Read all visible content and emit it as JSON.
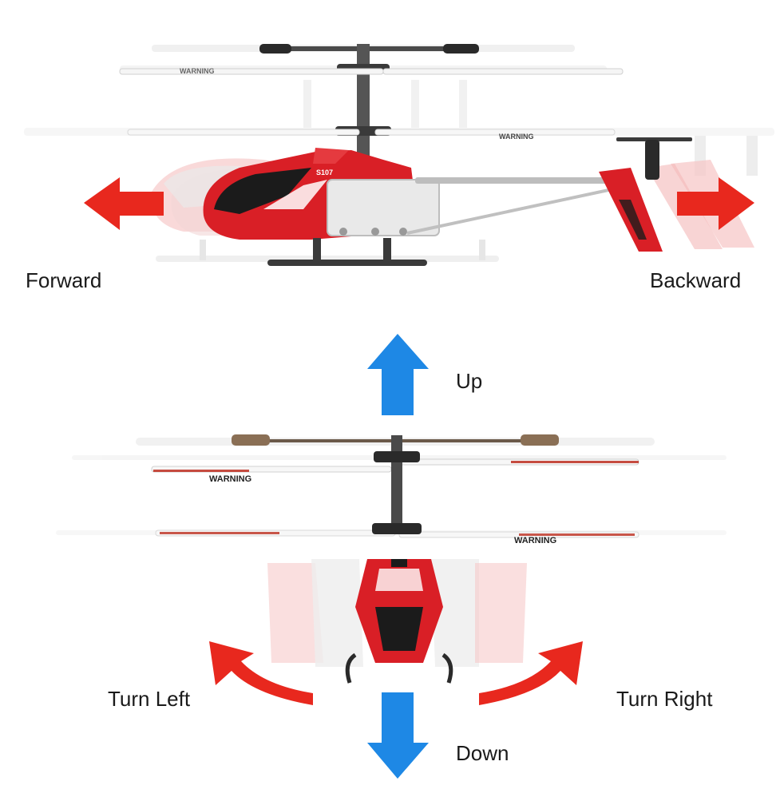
{
  "labels": {
    "forward": "Forward",
    "backward": "Backward",
    "up": "Up",
    "down": "Down",
    "turn_left": "Turn Left",
    "turn_right": "Turn Right"
  },
  "blade_text": {
    "warning": "WARNING",
    "model": "S107"
  },
  "colors": {
    "arrow_red": "#e8281e",
    "arrow_blue": "#1e88e5",
    "body_red": "#d91f26",
    "ghost_red": "#f3b9b9",
    "ghost_grey": "#e2e2e2",
    "metal": "#8d8d8d",
    "dark": "#1b1b1b",
    "text": "#1a1a1a"
  },
  "icons": {
    "forward_arrow": "arrow-left-icon",
    "backward_arrow": "arrow-right-icon",
    "up_arrow": "arrow-up-icon",
    "down_arrow": "arrow-down-icon",
    "turn_left_arrow": "curved-arrow-left-icon",
    "turn_right_arrow": "curved-arrow-right-icon"
  }
}
